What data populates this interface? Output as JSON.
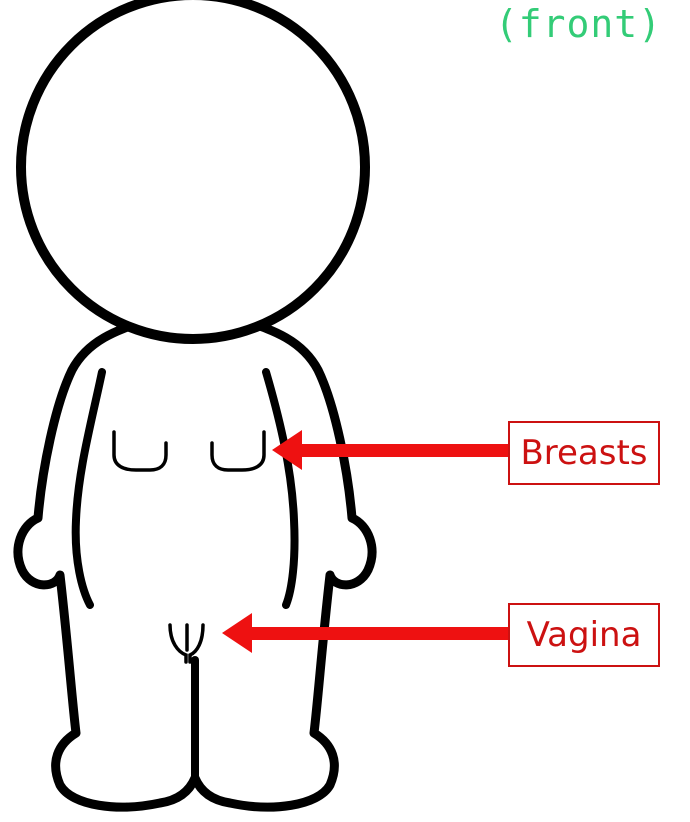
{
  "caption": "(front)",
  "labels": {
    "breasts": "Breasts",
    "vagina": "Vagina"
  },
  "colors": {
    "caption": "#33cc77",
    "arrow": "#ee1111",
    "label_text": "#cc1111",
    "label_border": "#cc1111",
    "outline": "#000000"
  }
}
